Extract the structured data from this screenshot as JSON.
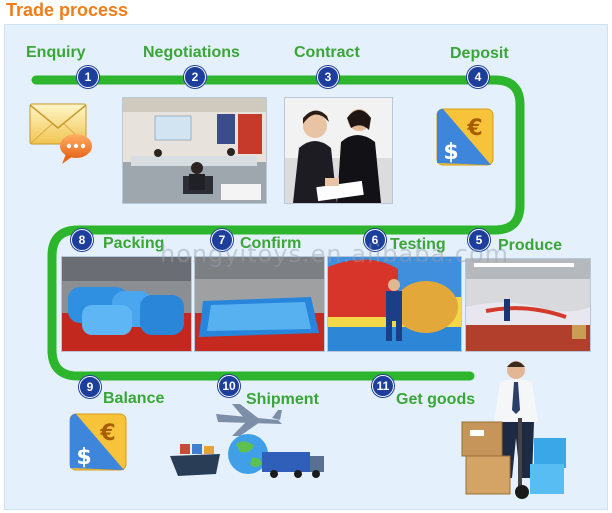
{
  "heading": "Trade process",
  "watermark": "hongyitoys.en.alibaba.com",
  "colors": {
    "heading": "#f07d1a",
    "track": "#2db52d",
    "label": "#3aa637",
    "badge": "#1d3f9b",
    "panel": "#e4f0fb"
  },
  "steps": [
    {
      "num": "1",
      "label": "Enquiry"
    },
    {
      "num": "2",
      "label": "Negotiations"
    },
    {
      "num": "3",
      "label": "Contract"
    },
    {
      "num": "4",
      "label": "Deposit"
    },
    {
      "num": "5",
      "label": "Produce"
    },
    {
      "num": "6",
      "label": "Testing"
    },
    {
      "num": "7",
      "label": "Confirm"
    },
    {
      "num": "8",
      "label": "Packing"
    },
    {
      "num": "9",
      "label": "Balance"
    },
    {
      "num": "10",
      "label": "Shipment"
    },
    {
      "num": "11",
      "label": "Get goods"
    }
  ],
  "icons": {
    "enquiry": "envelope-chat-icon",
    "deposit": "euro-dollar-icon",
    "balance": "euro-dollar-icon",
    "shipment": "plane-ship-truck-icon",
    "get_goods": "delivery-man-icon"
  }
}
